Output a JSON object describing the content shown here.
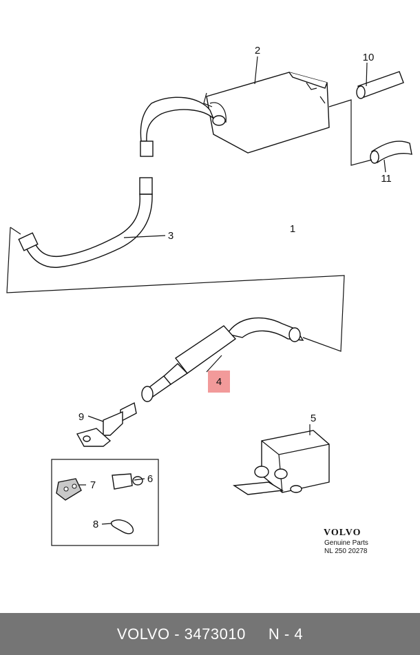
{
  "callouts": {
    "c1": "1",
    "c2": "2",
    "c3": "3",
    "c4": "4",
    "c5": "5",
    "c6": "6",
    "c7": "7",
    "c8": "8",
    "c9": "9",
    "c10": "10",
    "c11": "11"
  },
  "brand": {
    "name": "VOLVO",
    "line1": "Genuine Parts",
    "line2": "NL 250 20278"
  },
  "footer": {
    "brand": "VOLVO",
    "separator": " - ",
    "part_number": "3473010",
    "position_label": "N - 4"
  },
  "highlight_color": "#f29a9a"
}
